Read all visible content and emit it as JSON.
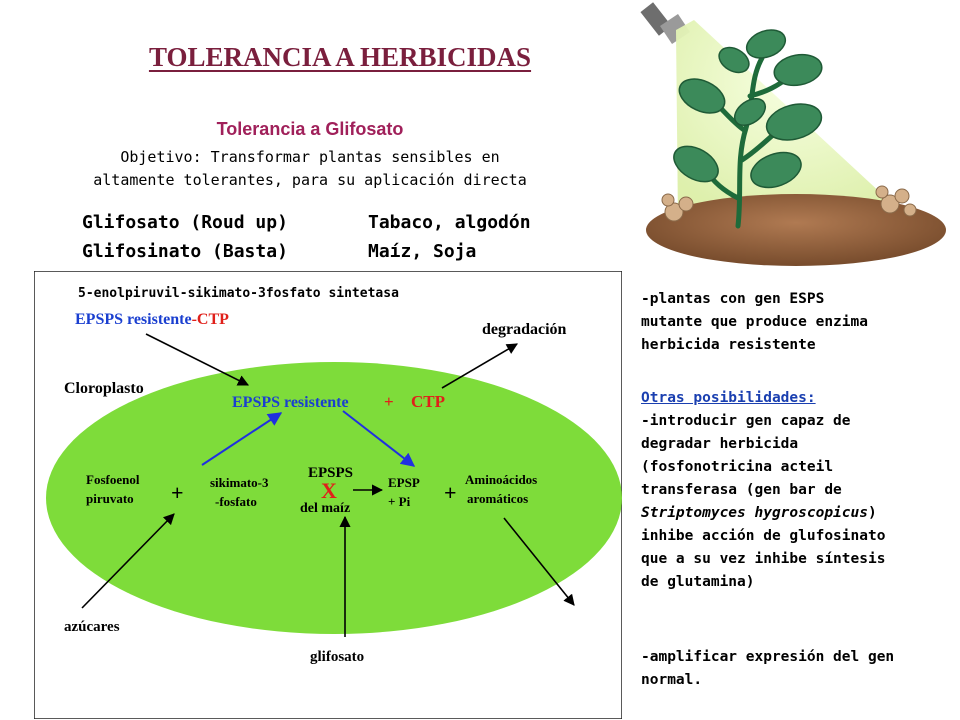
{
  "title": "TOLERANCIA A HERBICIDAS",
  "subtitle": "Tolerancia a Glifosato",
  "objective": {
    "line1": "Objetivo: Transformar plantas sensibles en",
    "line2": "altamente tolerantes, para su aplicación directa"
  },
  "herbicides": {
    "herb1": "Glifosato (Roud up)",
    "crop1": "Tabaco, algodón",
    "herb2": "Glifosinato (Basta)",
    "crop2": "Maíz, Soja"
  },
  "diagram": {
    "enzyme_full_name": "5-enolpiruvil-sikimato-3fosfato sintetasa",
    "epsps_ctp_label": "EPSPS resistente",
    "ctp_suffix": "-CTP",
    "degradacion": "degradación",
    "cloroplasto": "Cloroplasto",
    "epsps_resistente": "EPSPS resistente",
    "plus_top": "+",
    "ctp": "CTP",
    "fosfoenol_line1": "Fosfoenol",
    "fosfoenol_line2": "piruvato",
    "plus_1": "+",
    "sikimato_line1": "sikimato-3",
    "sikimato_line2": "-fosfato",
    "epsps": "EPSPS",
    "x_mark": "X",
    "del_maiz": "del maíz",
    "epsp_line1": "EPSP",
    "epsp_line2": "+ Pi",
    "plus_2": "+",
    "aminoacidos_line1": "Aminoácidos",
    "aminoacidos_line2": "aromáticos",
    "azucares": "azúcares",
    "glifosato": "glifosato",
    "colors": {
      "ellipse": "#7edc3a",
      "blue_label": "#1a3fd0",
      "red_label": "#e0201a",
      "blue_arrow": "#2030e0"
    }
  },
  "side": {
    "p1_line1": "-plantas con gen ESPS",
    "p1_line2": "mutante que produce enzima",
    "p1_line3": "herbicida resistente",
    "p2_heading": "Otras posibilidades:",
    "p2_line1": "-introducir gen capaz de",
    "p2_line2": "degradar herbicida",
    "p2_line3": "(fosfonotricina acteil",
    "p2_line4": "transferasa (gen bar de",
    "p2_line5_italic": "Striptomyces hygroscopicus",
    "p2_line5_end": ")",
    "p2_line6": "inhibe acción de glufosinato",
    "p2_line7": "que a su vez inhibe síntesis",
    "p2_line8": "de glutamina)",
    "p3_line1": "-amplificar expresión del gen",
    "p3_line2": "normal."
  }
}
